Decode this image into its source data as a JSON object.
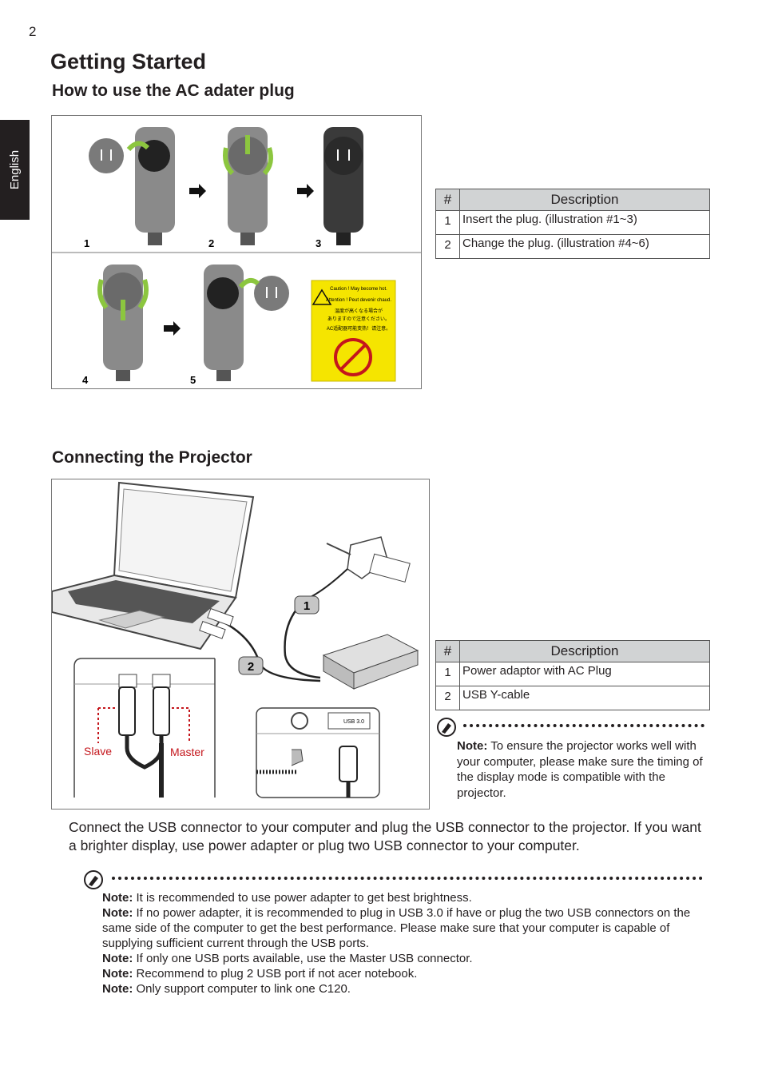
{
  "page_number": "2",
  "language_tab": "English",
  "title": "Getting Started",
  "sections": {
    "ac_plug": {
      "heading": "How to use the AC adater plug",
      "step_labels": [
        "1",
        "2",
        "3",
        "4",
        "5"
      ],
      "caution_lines": [
        "Caution ! May become hot.",
        "Attention ! Peut devenir chaud.",
        "温度が高くなる場合が",
        "ありますので注意ください。",
        "AC适配器可能变热！请注意。"
      ],
      "table": {
        "headers": [
          "#",
          "Description"
        ],
        "rows": [
          {
            "num": "1",
            "text": "Insert the plug. (illustration  #1~3)"
          },
          {
            "num": "2",
            "text": "Change the plug. (illustration  #4~6)"
          }
        ]
      }
    },
    "projector": {
      "heading": "Connecting the Projector",
      "callouts": [
        "1",
        "2"
      ],
      "labels": {
        "slave": "Slave",
        "master": "Master",
        "usb": "USB 3.0"
      },
      "table": {
        "headers": [
          "#",
          "Description"
        ],
        "rows": [
          {
            "num": "1",
            "text": "Power adaptor with AC Plug"
          },
          {
            "num": "2",
            "text": "USB Y-cable"
          }
        ]
      },
      "side_note": {
        "label": "Note:",
        "text": " To ensure the projector works well with your computer, please make sure the timing of the display mode is compatible with the projector."
      },
      "body": "Connect the USB connector to your computer and plug the USB connector to the projector. If you want a brighter display, use power adapter or plug two USB connector to your computer.",
      "notes": [
        {
          "label": "Note:",
          "text": " It is recommended to use power adapter to get best brightness."
        },
        {
          "label": "Note:",
          "text": " If no power adapter, it is recommended to plug in USB 3.0 if have or plug the two USB connectors on the same side of the computer to get the best performance. Please make sure that your computer is capable of supplying sufficient current through the USB ports."
        },
        {
          "label": "Note:",
          "text": " If only one USB ports available, use the Master USB connector."
        },
        {
          "label": "Note:",
          "text": " Recommend to plug 2 USB port if not acer notebook."
        },
        {
          "label": "Note:",
          "text": " Only support computer to link one C120."
        }
      ]
    }
  },
  "colors": {
    "accent_red": "#c4161c",
    "arrow_green": "#8cc63f",
    "caution_yellow": "#f5e500",
    "header_gray": "#d1d3d4"
  }
}
